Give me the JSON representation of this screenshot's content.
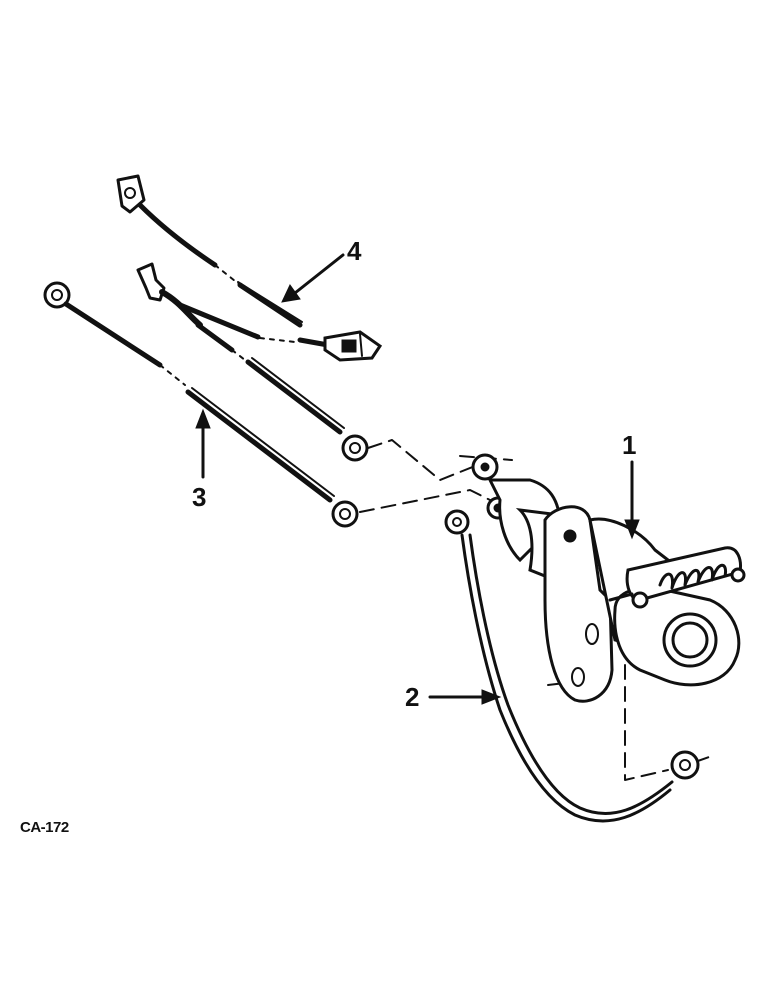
{
  "diagram": {
    "callouts": [
      {
        "id": "1",
        "label": "1"
      },
      {
        "id": "2",
        "label": "2"
      },
      {
        "id": "3",
        "label": "3"
      },
      {
        "id": "4",
        "label": "4"
      }
    ],
    "figure_code": "CA-172",
    "colors": {
      "ink": "#111111",
      "background": "#ffffff"
    }
  }
}
